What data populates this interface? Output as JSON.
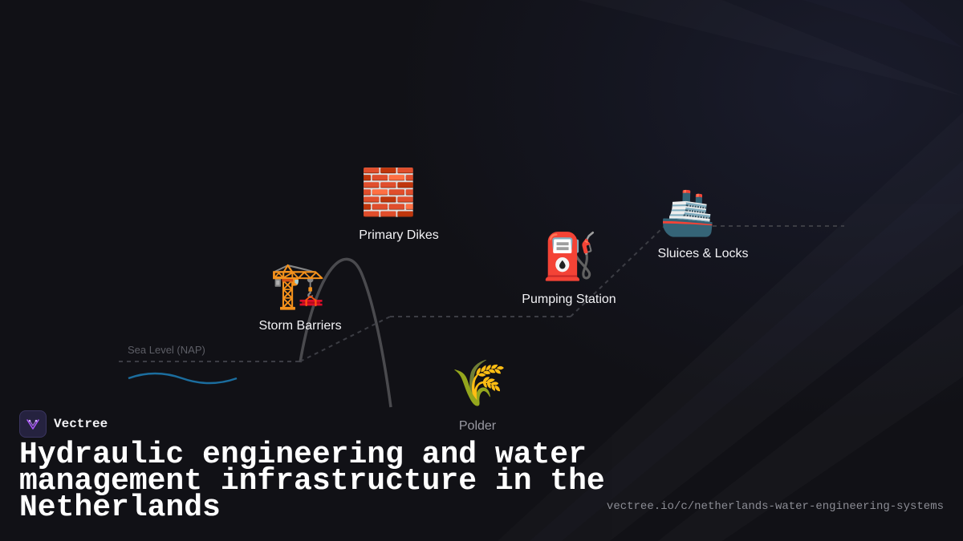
{
  "diagram": {
    "sea_level_label": "Sea Level (NAP)",
    "nodes": [
      {
        "id": "storm-barriers",
        "label": "Storm Barriers",
        "icon": "construction-crane-icon",
        "glyph": "🏗️"
      },
      {
        "id": "primary-dikes",
        "label": "Primary Dikes",
        "icon": "brick-wall-icon",
        "glyph": "🧱"
      },
      {
        "id": "polder",
        "label": "Polder",
        "icon": "wheat-sheaf-icon",
        "glyph": "🌾"
      },
      {
        "id": "pumping-station",
        "label": "Pumping Station",
        "icon": "fuel-pump-icon",
        "glyph": "⛽"
      },
      {
        "id": "sluices-locks",
        "label": "Sluices & Locks",
        "icon": "ship-icon",
        "glyph": "🚢"
      }
    ],
    "colors": {
      "water_wave": "#1b6d9e",
      "dike_curve": "#4a4a4e",
      "connector": "#3c3d44",
      "logo_accent": "#a855f7"
    }
  },
  "footer": {
    "brand": "Vectree",
    "title": "Hydraulic engineering and water management infrastructure in the Netherlands",
    "url": "vectree.io/c/netherlands-water-engineering-systems"
  }
}
